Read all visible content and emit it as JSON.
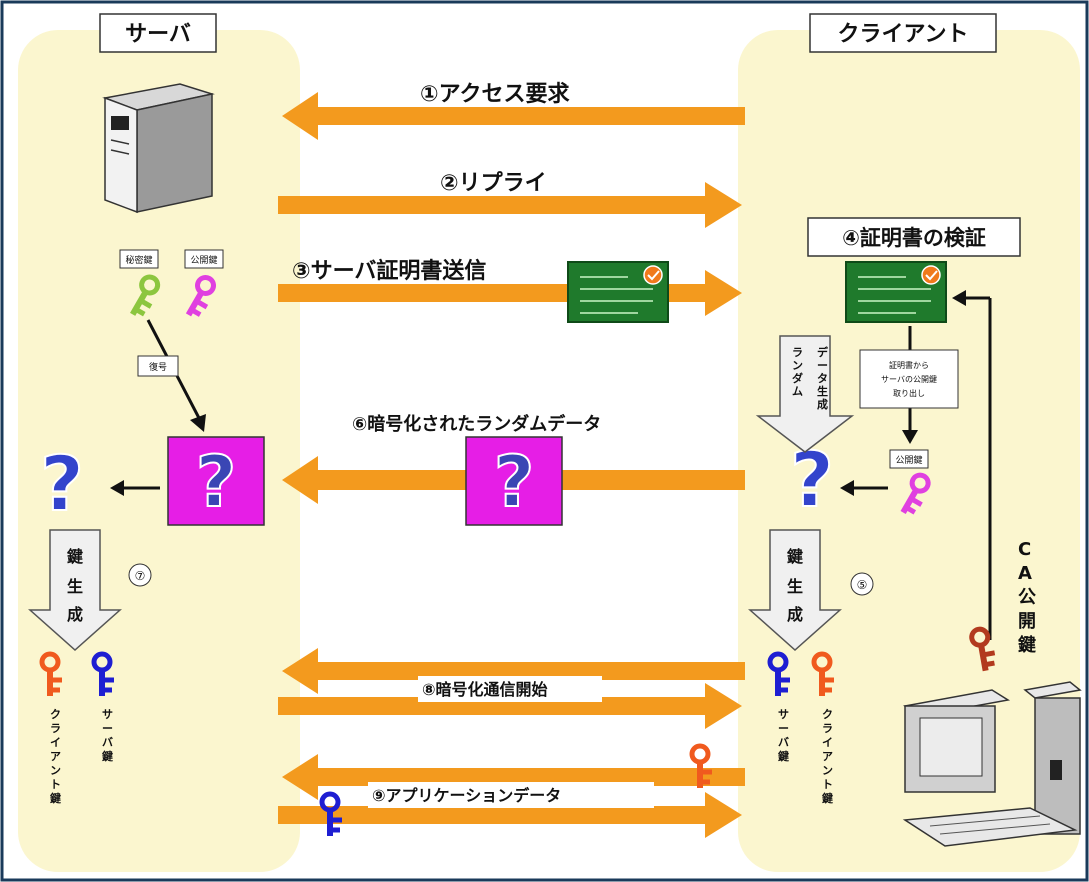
{
  "server_label": "サーバ",
  "client_label": "クライアント",
  "steps": {
    "s1": "①アクセス要求",
    "s2": "②リプライ",
    "s3": "③サーバ証明書送信",
    "s4": "④証明書の検証",
    "s5": "⑤",
    "s6": "⑥暗号化されたランダムデータ",
    "s7": "⑦",
    "s8": "⑧暗号化通信開始",
    "s9": "⑨アプリケーションデータ"
  },
  "tags": {
    "private_key": "秘密鍵",
    "public_key": "公開鍵",
    "decrypt": "復号",
    "client_public_key": "公開鍵",
    "extract": [
      "証明書から",
      "サーバの公開鍵",
      "取り出し"
    ]
  },
  "vertical": {
    "key_gen_server": "鍵生成",
    "key_gen_client": "鍵生成",
    "random_gen": [
      "ランダム",
      "データ生成"
    ],
    "ca_key": "CA公開鍵",
    "client_key_left": "クライアント鍵",
    "server_key_left": "サーバ鍵",
    "server_key_right": "サーバ鍵",
    "client_key_right": "クライアント鍵"
  },
  "colors": {
    "arrow": "#f39a1e",
    "panel": "#fbf6cf",
    "cert": "#1f7a2c",
    "cert_badge": "#f07a1c",
    "magenta": "#e61ee6",
    "blue_q": "#3344cc",
    "key_green": "#8cc63f",
    "key_magenta": "#e040e0",
    "key_orange": "#f05a1e",
    "key_blue": "#1e1ed2",
    "key_darkred": "#b23a1e"
  },
  "icons": {
    "server": "server-tower-icon",
    "computer": "desktop-computer-icon",
    "certificate": "certificate-icon",
    "key": "key-icon",
    "question": "question-mark-icon"
  }
}
